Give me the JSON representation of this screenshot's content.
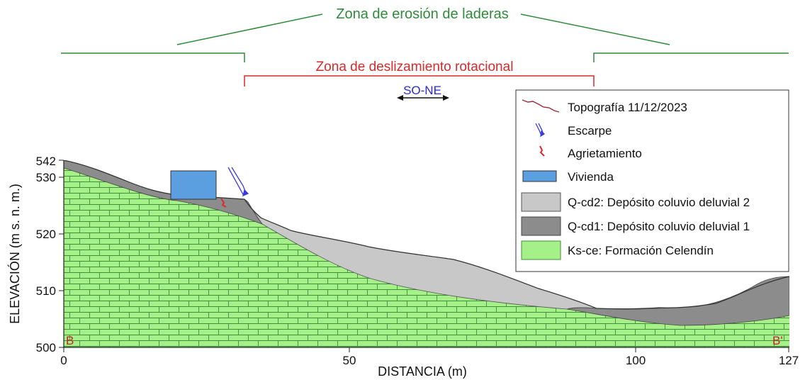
{
  "zones": {
    "erosion_label": "Zona de erosión de laderas",
    "slide_label": "Zona de deslizamiento rotacional",
    "direction_label": "SO-NE"
  },
  "colors": {
    "green_zone": "#2e8b3a",
    "red_zone": "#d62b2b",
    "direction": "#2a2ad6",
    "ks_ce": "#a6f08a",
    "ks_ce_lines": "#2f7a2f",
    "q_cd1": "#8c8c8c",
    "q_cd2": "#c8c8c8",
    "vivienda": "#5b9fe0",
    "section_mark": "#c4232b"
  },
  "axes": {
    "x_label": "DISTANCIA (m)",
    "y_label": "ELEVACIÓN (m s. n. m.)",
    "x_ticks": [
      "0",
      "50",
      "100",
      "127"
    ],
    "y_ticks": [
      "542",
      "530",
      "520",
      "510",
      "500"
    ]
  },
  "section": {
    "start_label": "B",
    "end_label": "B'"
  },
  "legend": {
    "items": [
      {
        "key": "topo",
        "label": "Topografía 11/12/2023",
        "icon": "topography-line-icon"
      },
      {
        "key": "escarpe",
        "label": "Escarpe",
        "icon": "scarp-icon"
      },
      {
        "key": "agriet",
        "label": "Agrietamiento",
        "icon": "crack-icon"
      },
      {
        "key": "vivienda",
        "label": "Vivienda",
        "icon": "house-swatch"
      },
      {
        "key": "qcd2",
        "label": "Q-cd2: Depósito coluvio deluvial 2",
        "icon": "qcd2-swatch"
      },
      {
        "key": "qcd1",
        "label": "Q-cd1: Depósito coluvio deluvial 1",
        "icon": "qcd1-swatch"
      },
      {
        "key": "ksce",
        "label": "Ks-ce: Formación Celendín",
        "icon": "ksce-swatch"
      }
    ]
  }
}
